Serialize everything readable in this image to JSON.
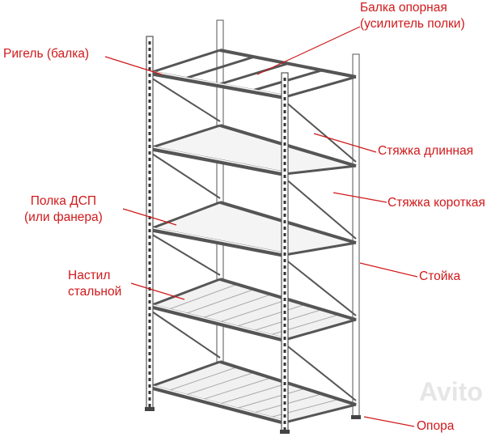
{
  "labels": {
    "support_beam": [
      "Балка опорная",
      "(усилитель полки)"
    ],
    "crossbar": "Ригель (балка)",
    "long_brace": "Стяжка длинная",
    "shelf_board": [
      "Полка ДСП",
      "(или фанера)"
    ],
    "short_brace": "Стяжка короткая",
    "upright": "Стойка",
    "steel_deck": [
      "Настил",
      "стальной"
    ],
    "foot": "Опора"
  },
  "watermark": "Avito",
  "colors": {
    "label": "#d0191b",
    "frame": "#555555"
  }
}
